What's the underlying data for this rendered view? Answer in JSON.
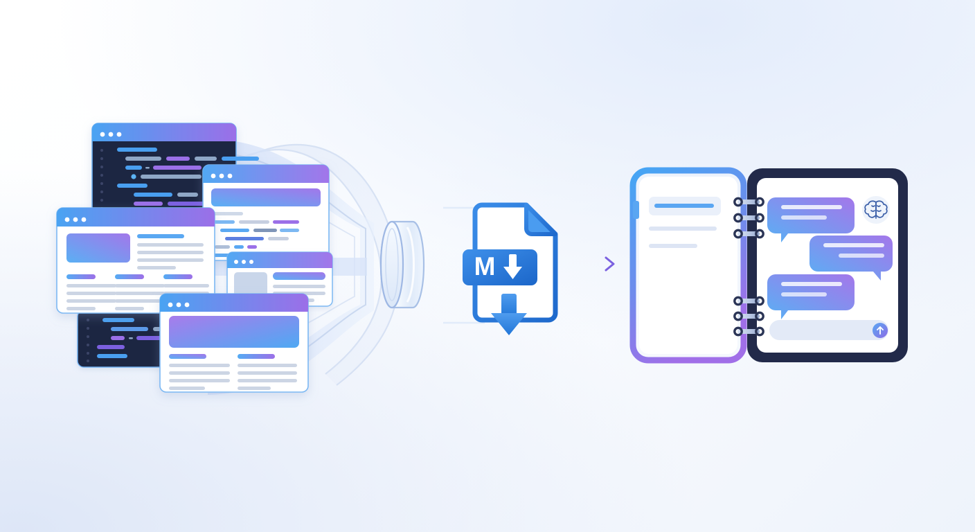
{
  "illustration": {
    "title": "Many sources converge into a Markdown file consumed by an AI chat notebook",
    "background": {
      "top_left_color": "#ffffff",
      "top_right_color": "#e3ecfb",
      "bottom_left_color": "#dde6f7",
      "bottom_right_color": "#eef3fb",
      "swoosh_color": "#ccd9f0"
    },
    "palette": {
      "blue": "#4a9ff0",
      "light_blue": "#5bb4f5",
      "purple": "#9b6fe8",
      "violet": "#7b61e0",
      "deep_navy": "#222a4a",
      "navy_panel": "#1e2542",
      "md_blue": "#2a7fe0",
      "md_blue_dark": "#1a63c7",
      "text_gray": "#ccd4e2",
      "panel_white": "#ffffff",
      "arrow_start": "#6fc0f0",
      "arrow_end": "#7b61e0"
    }
  },
  "sources": {
    "group_label": "source-documents-stack",
    "windows": [
      {
        "id": "code-window-top",
        "kind": "code-editor",
        "theme": "dark",
        "titlebar": "gradient-blue-purple",
        "dots": 3,
        "gutter_dots": 10,
        "code_lines": [
          {
            "indent": 0,
            "segments": [
              {
                "w": 58,
                "c": "#4a9ff0"
              }
            ]
          },
          {
            "indent": 18,
            "segments": [
              {
                "w": 52,
                "c": "#8fa7c6"
              },
              {
                "w": 34,
                "c": "#9b6fe8"
              },
              {
                "w": 32,
                "c": "#8fa7c6"
              },
              {
                "w": 54,
                "c": "#4a9ff0"
              }
            ]
          },
          {
            "indent": 30,
            "segments": [
              {
                "w": 24,
                "c": "#4a9ff0"
              },
              {
                "w": 6,
                "c": "#8fa7c6"
              },
              {
                "w": 70,
                "c": "#9b6fe8"
              }
            ]
          },
          {
            "indent": 42,
            "segments": [
              {
                "w": 8,
                "c": "#4a9ff0"
              },
              {
                "w": 88,
                "c": "#8fa7c6"
              }
            ]
          },
          {
            "indent": 18,
            "segments": [
              {
                "w": 44,
                "c": "#4a9ff0"
              }
            ]
          },
          {
            "indent": 36,
            "segments": [
              {
                "w": 56,
                "c": "#4a9ff0"
              },
              {
                "w": 30,
                "c": "#8fa7c6"
              },
              {
                "w": 28,
                "c": "#8fa7c6"
              }
            ]
          },
          {
            "indent": 36,
            "segments": [
              {
                "w": 42,
                "c": "#9b6fe8"
              },
              {
                "w": 86,
                "c": "#7b61e0"
              },
              {
                "w": 16,
                "c": "#4a9ff0"
              }
            ]
          },
          {
            "indent": 18,
            "segments": [
              {
                "w": 36,
                "c": "#4a9ff0"
              }
            ]
          },
          {
            "indent": 0,
            "segments": [
              {
                "w": 46,
                "c": "#5b7fe0"
              }
            ]
          }
        ]
      },
      {
        "id": "doc-window-right-upper",
        "kind": "article-page",
        "theme": "light",
        "titlebar": "gradient-blue-purple",
        "dots": 3,
        "hero": "gradient-banner",
        "text_rows": 6
      },
      {
        "id": "doc-window-left-large",
        "kind": "article-page-with-media",
        "theme": "light",
        "titlebar": "gradient-blue-purple",
        "dots": 3,
        "media_block": "gradient-thumb",
        "columns": 3,
        "text_rows": 4
      },
      {
        "id": "code-window-bottom",
        "kind": "code-editor",
        "theme": "dark",
        "titlebar": "none",
        "gutter_dots": 6,
        "code_lines": [
          {
            "indent": 0,
            "segments": [
              {
                "w": 46,
                "c": "#4a9ff0"
              }
            ]
          },
          {
            "indent": 18,
            "segments": [
              {
                "w": 54,
                "c": "#5b9ae8"
              },
              {
                "w": 22,
                "c": "#8fa7c6"
              }
            ]
          },
          {
            "indent": 18,
            "segments": [
              {
                "w": 20,
                "c": "#9b6fe8"
              },
              {
                "w": 6,
                "c": "#8fa7c6"
              },
              {
                "w": 66,
                "c": "#7b61e0"
              }
            ]
          },
          {
            "indent": 6,
            "segments": [
              {
                "w": 40,
                "c": "#7b61e0"
              }
            ]
          },
          {
            "indent": 0,
            "segments": [
              {
                "w": 44,
                "c": "#4a9ff0"
              }
            ]
          }
        ]
      },
      {
        "id": "doc-window-small-media",
        "kind": "card-with-thumbnail",
        "theme": "light",
        "titlebar": "gradient-blue-purple",
        "dots": 3,
        "thumb": "gray-placeholder",
        "text_rows": 3
      },
      {
        "id": "doc-window-bottom-front",
        "kind": "landing-page",
        "theme": "light",
        "titlebar": "gradient-blue-purple",
        "dots": 3,
        "hero": "gradient-banner",
        "columns": 2,
        "text_rows": 4
      }
    ]
  },
  "funnel": {
    "name": "ingestion-funnel",
    "stream_count": 4,
    "lens": {
      "name": "processing-lens",
      "shape": "cylinder",
      "fill": "#e8f0fc",
      "edge": "#9fb8e4"
    },
    "output_lines": 4
  },
  "markdown_file": {
    "name": "markdown-file-icon",
    "label": "M",
    "badge_glyph": "↓",
    "download_glyph": "↓",
    "outline_color": "#2a7fe0",
    "badge_color": "#2f82e3",
    "extension": "md"
  },
  "arrow": {
    "name": "flow-arrow",
    "direction": "right",
    "start_color": "#79c4f2",
    "end_color": "#7b61e0"
  },
  "destination": {
    "name": "ai-notebook-tablet",
    "left_page": {
      "name": "notes-page",
      "highlight_row": true,
      "lines": 3
    },
    "binder_rings": {
      "top_group": 3,
      "bottom_group": 3
    },
    "right_page": {
      "name": "chat-panel",
      "frame_color": "#222a4a",
      "brain_badge": {
        "name": "brain-icon",
        "circle_color": "#eef3fb",
        "stroke_color": "#3b5fa8"
      },
      "messages": [
        {
          "id": "msg-1",
          "align": "left",
          "lines": 2,
          "tail": "bottom-left"
        },
        {
          "id": "msg-2",
          "align": "right",
          "lines": 2,
          "tail": "bottom-right"
        },
        {
          "id": "msg-3",
          "align": "left",
          "lines": 2,
          "tail": "bottom-left"
        }
      ],
      "composer": {
        "name": "chat-input",
        "placeholder": "",
        "send_glyph": "↑",
        "send_button_name": "send-button"
      }
    }
  }
}
